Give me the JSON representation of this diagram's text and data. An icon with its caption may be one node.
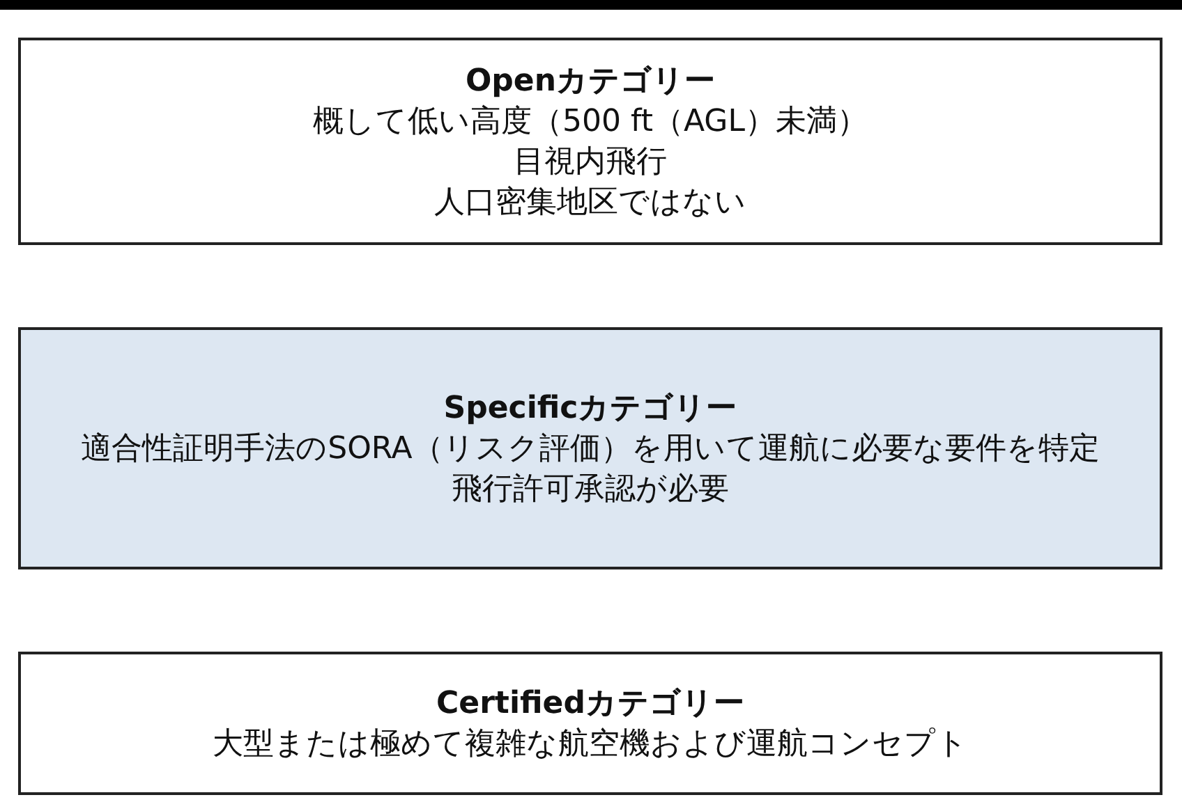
{
  "diagram": {
    "nodes": [
      {
        "text": [
          "Openカテゴリー",
          "概して低い高度（500 ft（AGL）未満）",
          "目視内飛行",
          "人口密集地区ではない"
        ]
      },
      {
        "text": [
          "Specificカテゴリー",
          "適合性証明手法のSORA（リスク評価）を用いて運航に必要な要件を特定",
          "飛行許可承認が必要"
        ]
      },
      {
        "text": [
          "Certifiedカテゴリー",
          "大型または極めて複雑な航空機および運航コンセプト"
        ]
      }
    ]
  }
}
